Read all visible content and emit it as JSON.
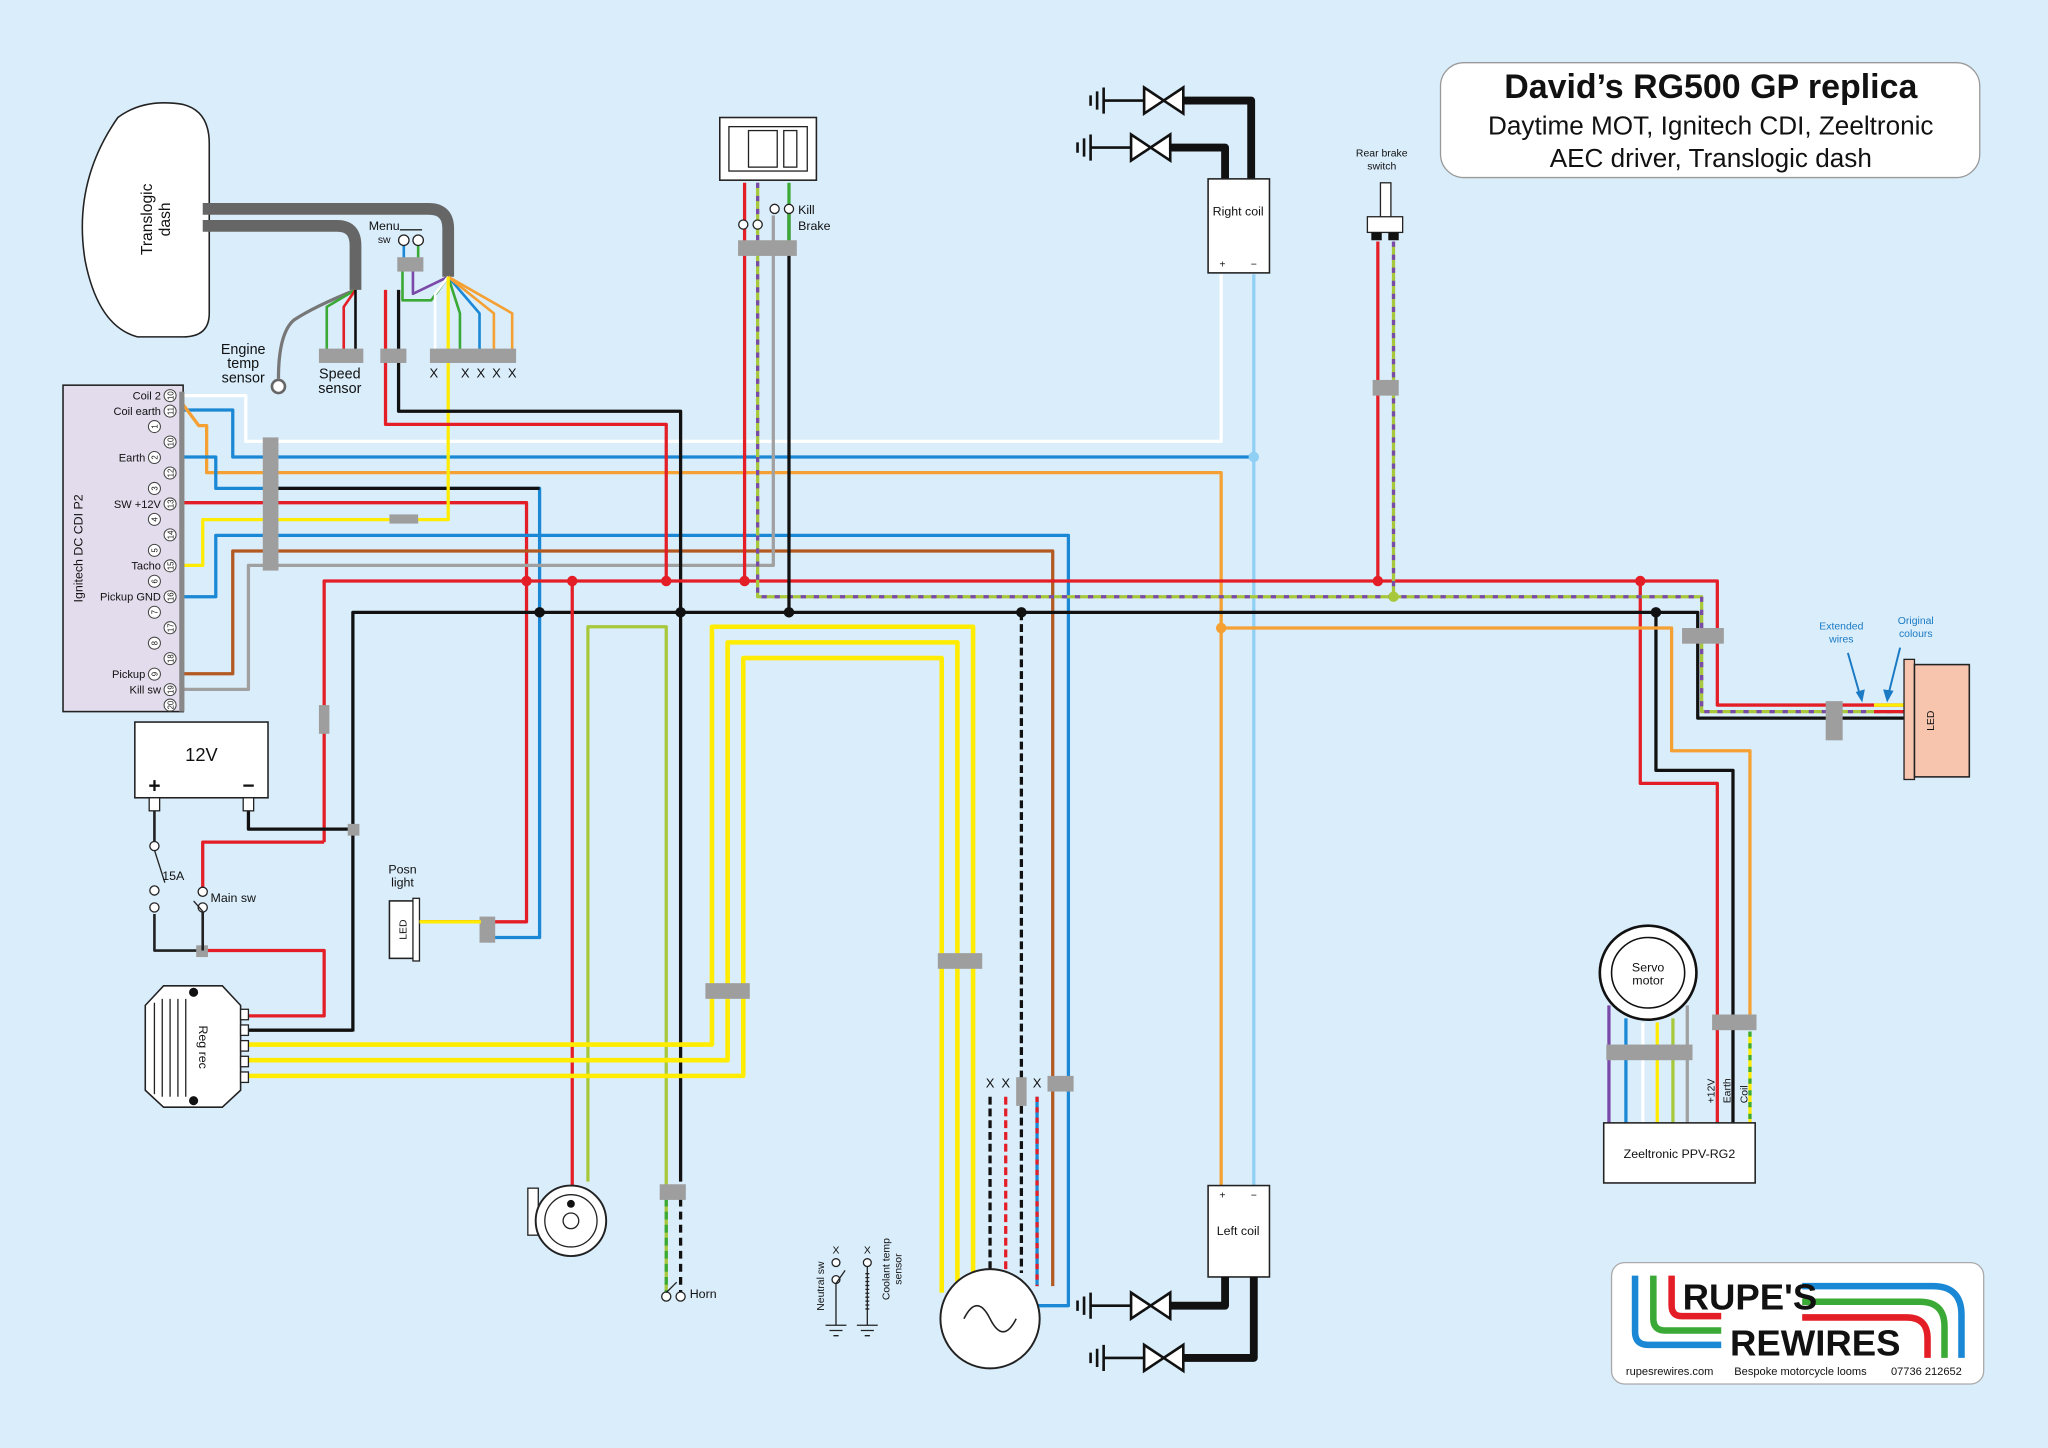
{
  "title": {
    "heading": "David’s RG500 GP replica",
    "line1": "Daytime MOT, Ignitech CDI, Zeeltronic",
    "line2": "AEC driver, Translogic dash"
  },
  "dash": {
    "line1": "Translogic",
    "line2": "dash"
  },
  "menu_sw": {
    "line1": "Menu",
    "line2": "sw"
  },
  "engine_temp": {
    "line1": "Engine",
    "line2": "temp",
    "line3": "sensor"
  },
  "speed_sensor": {
    "line1": "Speed",
    "line2": "sensor"
  },
  "unused_mark": "X",
  "cdi": {
    "name": "Ignitech DC CDI P2",
    "pins": [
      {
        "num": "10",
        "label": "Coil 2"
      },
      {
        "num": "11",
        "label": "Coil earth"
      },
      {
        "num": "1",
        "label": ""
      },
      {
        "num": "10",
        "label": ""
      },
      {
        "num": "2",
        "label": "Earth"
      },
      {
        "num": "12",
        "label": ""
      },
      {
        "num": "3",
        "label": ""
      },
      {
        "num": "13",
        "label": "SW +12V"
      },
      {
        "num": "4",
        "label": ""
      },
      {
        "num": "14",
        "label": ""
      },
      {
        "num": "5",
        "label": ""
      },
      {
        "num": "15",
        "label": "Tacho"
      },
      {
        "num": "6",
        "label": ""
      },
      {
        "num": "16",
        "label": "Pickup GND"
      },
      {
        "num": "7",
        "label": ""
      },
      {
        "num": "17",
        "label": ""
      },
      {
        "num": "8",
        "label": ""
      },
      {
        "num": "18",
        "label": ""
      },
      {
        "num": "9",
        "label": "Pickup"
      },
      {
        "num": "19",
        "label": "Kill sw"
      },
      {
        "num": "20",
        "label": ""
      }
    ]
  },
  "battery": {
    "voltage": "12V",
    "plus": "+",
    "minus": "−"
  },
  "fuse": "15A",
  "main_sw": "Main sw",
  "posn_light": {
    "line1": "Posn",
    "line2": "light",
    "led": "LED"
  },
  "regrec": "Reg rec",
  "handlebar_switch": {
    "kill": "Kill",
    "brake": "Brake"
  },
  "right_coil": {
    "name": "Right coil",
    "plus": "+",
    "minus": "−"
  },
  "left_coil": {
    "name": "Left coil",
    "plus": "+",
    "minus": "−"
  },
  "rear_brake": {
    "line1": "Rear brake",
    "line2": "switch"
  },
  "horn": "Horn",
  "neutral_sw": "Neutral sw",
  "coolant_temp": {
    "line1": "Coolant temp",
    "line2": "sensor"
  },
  "tail_light": {
    "extended_line1": "Extended",
    "extended_line2": "wires",
    "original_line1": "Original",
    "original_line2": "colours",
    "led": "LED"
  },
  "servo": {
    "line1": "Servo",
    "line2": "motor"
  },
  "zeeltronic": {
    "name": "Zeeltronic PPV-RG2",
    "pin_12v": "+12V",
    "pin_earth": "Earth",
    "pin_coil": "Coil"
  },
  "logo": {
    "line1": "RUPE'S",
    "line2": "REWIRES",
    "website": "rupesrewires.com",
    "tagline": "Bespoke motorcycle looms",
    "phone": "07736 212652"
  },
  "colors": {
    "background": "#daedfb",
    "red": "#e41e26",
    "black": "#111111",
    "yellow": "#ffec00",
    "orange": "#f5a032",
    "blue": "#1a88d4",
    "light_blue": "#8fd0f4",
    "brown": "#b35a22",
    "gray": "#a0a0a0",
    "green": "#3aa935",
    "lime": "#a8c83c",
    "purple": "#7a4aa8",
    "white": "#ffffff"
  }
}
